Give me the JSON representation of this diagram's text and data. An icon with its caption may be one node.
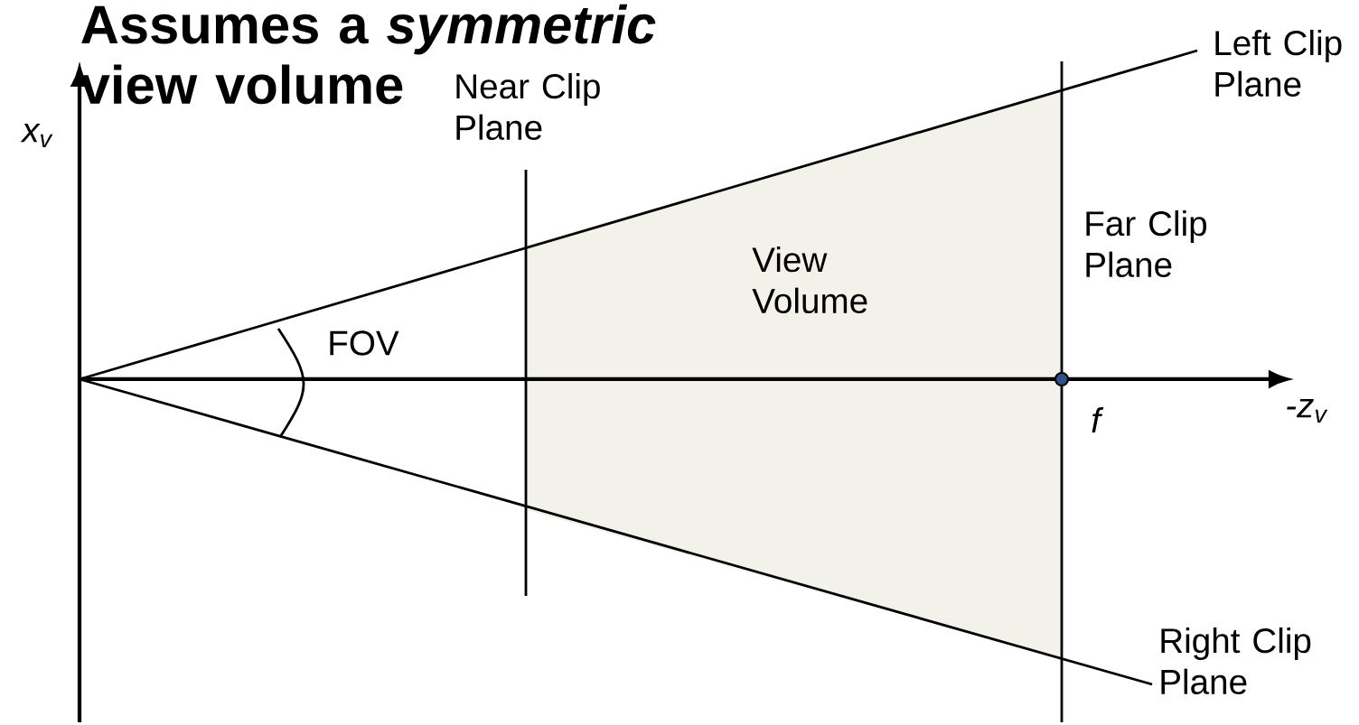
{
  "diagram": {
    "title": "Assumes a *symmetric* view volume",
    "labels": [
      "x$_{v}$",
      "Near Clip Plane",
      "Left Clip Plane",
      "Far Clip Plane",
      "View Volume",
      "FOV",
      "f",
      "-z$_{v}$",
      "Right Clip Plane"
    ]
  }
}
